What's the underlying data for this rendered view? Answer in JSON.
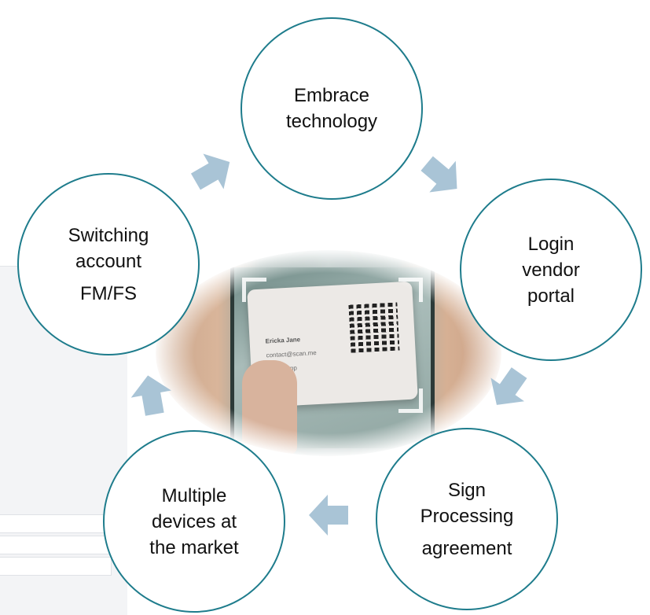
{
  "nodes": {
    "embrace": {
      "line1": "Embrace",
      "line2": "technology"
    },
    "login": {
      "line1": "Login",
      "line2": "vendor",
      "line3": "portal"
    },
    "sign": {
      "line1": "Sign",
      "line2": "Processing",
      "line3": "agreement"
    },
    "multiple": {
      "line1": "Multiple",
      "line2": "devices at",
      "line3": "the market"
    },
    "switching": {
      "line1": "Switching",
      "line2": "account",
      "line3": "FM/FS"
    }
  },
  "photo": {
    "card_name": "Ericka Jane",
    "card_email": "contact@scan.me",
    "card_handle": "@scanapp"
  },
  "colors": {
    "circle_border": "#1e7c8c",
    "arrow_fill": "#a9c4d6"
  }
}
